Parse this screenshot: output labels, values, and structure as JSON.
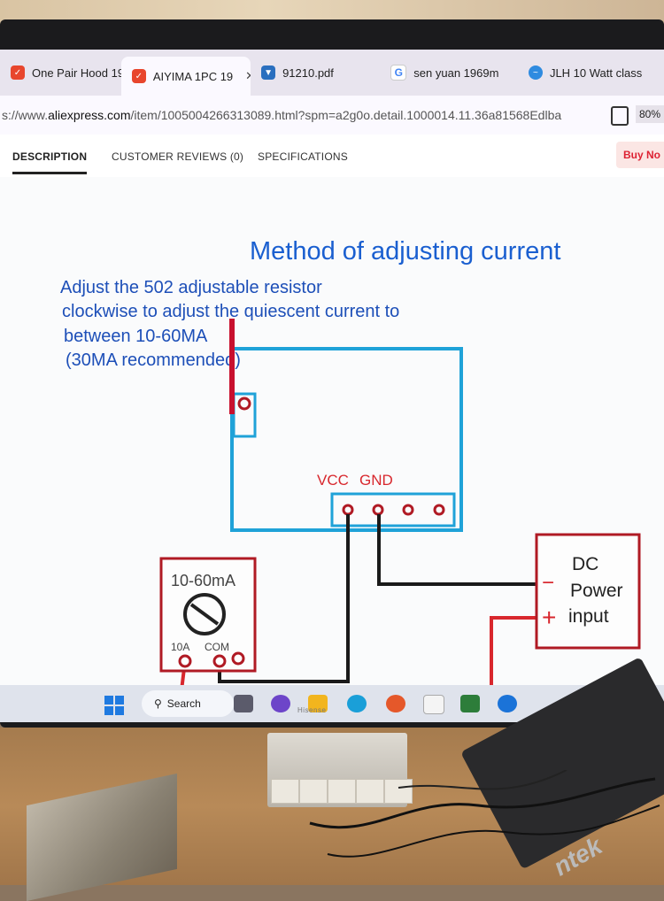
{
  "browser": {
    "tabs": [
      {
        "label": "One Pair Hood 19",
        "icon": "aliexpress-icon",
        "active": false
      },
      {
        "label": "AIYIMA 1PC 19",
        "icon": "aliexpress-icon",
        "active": true
      },
      {
        "label": "91210.pdf",
        "icon": "pdf-icon",
        "active": false
      },
      {
        "label": "sen yuan 1969m",
        "icon": "google-icon",
        "active": false
      },
      {
        "label": "JLH 10 Watt class",
        "icon": "jlh-icon",
        "active": false
      }
    ],
    "tab_close_symbol": "✕",
    "url_prefix": "s://www.",
    "url_domain": "aliexpress.com",
    "url_rest": "/item/1005004266313089.html?spm=a2g0o.detail.1000014.11.36a81568Edlba",
    "zoom": "80%"
  },
  "page_nav": {
    "items": [
      "DESCRIPTION",
      "CUSTOMER REVIEWS (0)",
      "SPECIFICATIONS"
    ],
    "buy_label": "Buy No"
  },
  "diagram": {
    "title": "Method of adjusting current",
    "instructions": [
      "Adjust the 502 adjustable resistor",
      "clockwise to adjust the quiescent current to",
      "between 10-60MA",
      "(30MA recommended)"
    ],
    "vcc_label": "VCC",
    "gnd_label": "GND",
    "meter_range": "10-60mA",
    "meter_port_10a": "10A",
    "meter_port_com": "COM",
    "power_label": [
      "DC",
      "Power",
      "input"
    ],
    "minus_sign": "−",
    "plus_sign": "+",
    "colors": {
      "title": "#1a5fd0",
      "board": "#1fa2d8",
      "label_red": "#d8272d",
      "wire_black": "#1a1a1a",
      "wire_red": "#d8272d"
    }
  },
  "taskbar": {
    "search_label": "Search"
  },
  "monitor_brand": "Hisense",
  "scope_brand": "ntek"
}
